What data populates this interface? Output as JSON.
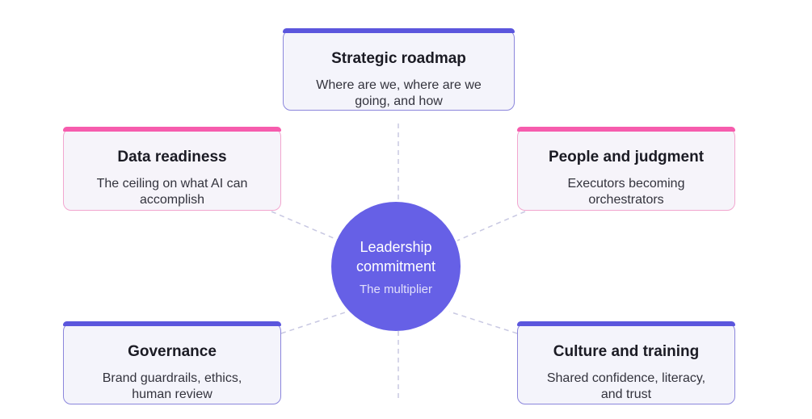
{
  "hub": {
    "title": "Leadership commitment",
    "subtitle": "The multiplier",
    "color": "#6660e6"
  },
  "nodes": [
    {
      "id": "strategic-roadmap",
      "title": "Strategic roadmap",
      "description": "Where are we, where are we going, and how",
      "accent": "indigo"
    },
    {
      "id": "data-readiness",
      "title": "Data readiness",
      "description": "The ceiling on what AI can accomplish",
      "accent": "pink"
    },
    {
      "id": "people-and-judgment",
      "title": "People and judgment",
      "description": "Executors becoming orchestrators",
      "accent": "pink"
    },
    {
      "id": "governance",
      "title": "Governance",
      "description": "Brand guardrails, ethics, human review",
      "accent": "indigo"
    },
    {
      "id": "culture-and-training",
      "title": "Culture and training",
      "description": "Shared confidence, literacy, and trust",
      "accent": "indigo"
    }
  ],
  "colors": {
    "indigo": "#5b56dd",
    "pink": "#f65cad",
    "connector": "#c8c8e2"
  }
}
